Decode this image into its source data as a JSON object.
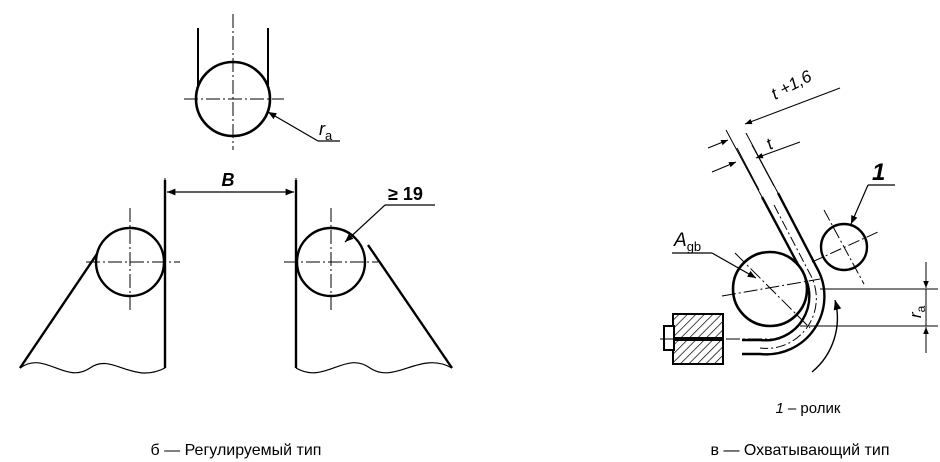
{
  "left_figure": {
    "roller_radius_label": "r",
    "roller_radius_sub": "a",
    "width_label": "B",
    "min_dim_label": "≥ 19",
    "caption": "б — Регулируемый тип"
  },
  "right_figure": {
    "thickness_plus_label": "t +1,6",
    "thickness_label": "t",
    "callout_number": "1",
    "mandrel_label": "A",
    "mandrel_sub": "gb",
    "radius_label": "r",
    "radius_sub": "a",
    "legend_number": "1",
    "legend_text": "– ролик",
    "caption": "в — Охватывающий тип"
  }
}
